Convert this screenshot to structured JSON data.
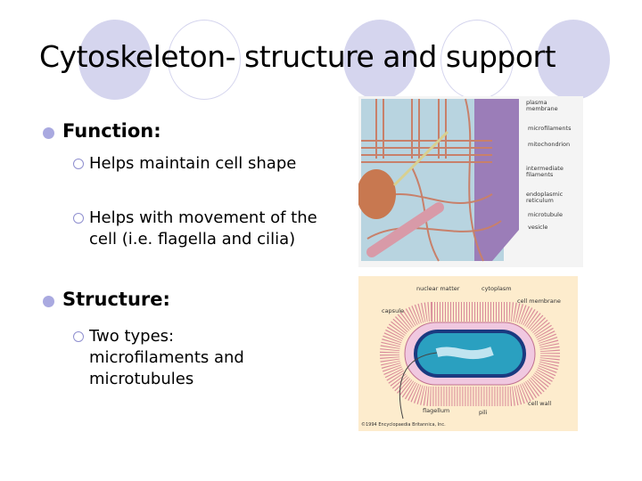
{
  "slide": {
    "title": "Cytoskeleton- structure and support",
    "bullets": [
      {
        "label": "Function:",
        "sub": [
          "Helps maintain cell shape",
          "Helps with movement of the cell (i.e. flagella and cilia)"
        ]
      },
      {
        "label": "Structure:",
        "sub": [
          "Two types: microfilaments and microtubules"
        ]
      }
    ]
  },
  "figure_cytoskeleton": {
    "labels": [
      "plasma membrane",
      "microfilaments",
      "mitochondrion",
      "intermediate filaments",
      "endoplasmic reticulum",
      "microtubule",
      "vesicle"
    ]
  },
  "figure_bacterium": {
    "labels": [
      "nuclear matter",
      "cytoplasm",
      "cell membrane",
      "capsule",
      "cell wall",
      "flagellum",
      "pili"
    ],
    "credit": "©1994 Encyclopaedia Britannica, Inc."
  },
  "colors": {
    "decor_circle": "#d5d5ee",
    "bullet": "#a9a9e0"
  }
}
